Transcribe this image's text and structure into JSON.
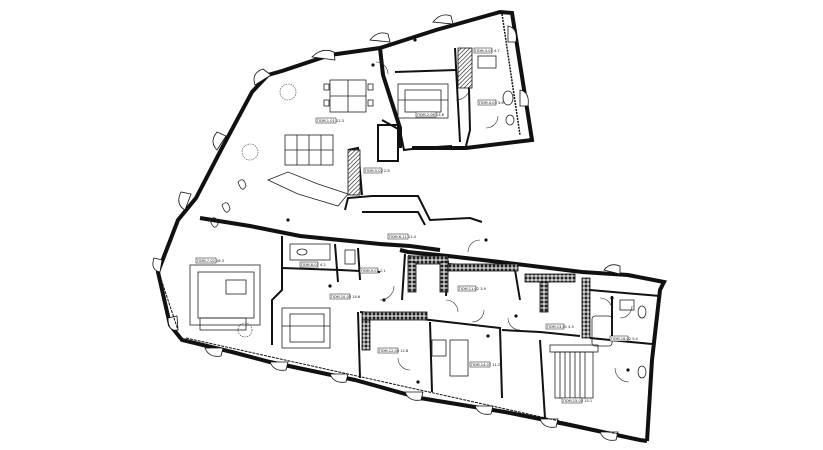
{
  "plan": {
    "room_tags": [
      {
        "id": "kitchen-dining",
        "text": "ПОМ.1.01 12.3"
      },
      {
        "id": "bedroom-1",
        "text": "ПОМ.2.06 13.8"
      },
      {
        "id": "bath-1",
        "text": "ПОМ.3.01 4.7"
      },
      {
        "id": "wardrobe-1",
        "text": "ПОМ.4.03 3.6"
      },
      {
        "id": "corridor-small",
        "text": "ПОМ.5.02 2.8"
      },
      {
        "id": "hall",
        "text": "ПОМ.6.11 11.4"
      },
      {
        "id": "living",
        "text": "ПОМ.7.02 26.3"
      },
      {
        "id": "bath-2",
        "text": "ПОМ.8.01 4.2"
      },
      {
        "id": "wc",
        "text": "ПОМ.9.01 2.1"
      },
      {
        "id": "bedroom-2",
        "text": "ПОМ.10.05 14.6"
      },
      {
        "id": "wardrobe-2",
        "text": "ПОМ.11.02 3.9"
      },
      {
        "id": "bedroom-3",
        "text": "ПОМ.12.04 12.8"
      },
      {
        "id": "corridor-2",
        "text": "ПОМ.13.01 4.5"
      },
      {
        "id": "study",
        "text": "ПОМ.14.07 11.2"
      },
      {
        "id": "bedroom-4",
        "text": "ПОМ.15.03 15.1"
      },
      {
        "id": "bath-3",
        "text": "ПОМ.16.02 5.0"
      }
    ]
  }
}
